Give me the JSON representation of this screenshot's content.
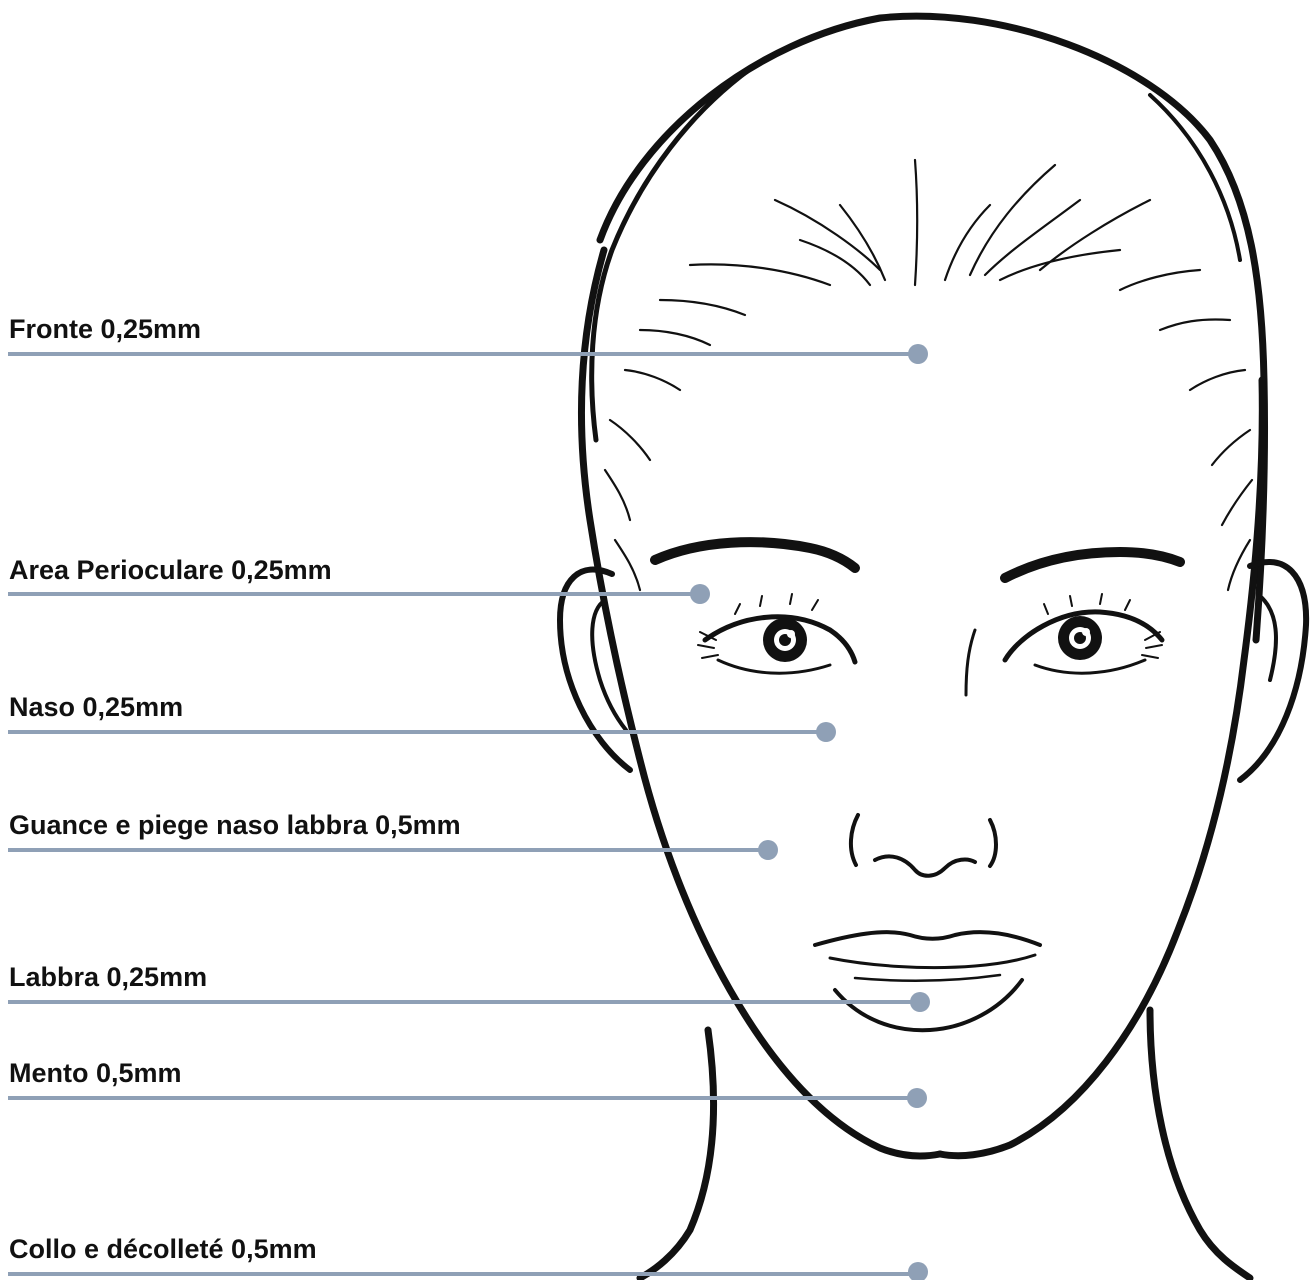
{
  "diagram": {
    "line_color": "#8fa0b6",
    "text_color": "#111111",
    "illustration_color": "#111111",
    "callouts": [
      {
        "id": "fronte",
        "label": "Fronte 0,25mm"
      },
      {
        "id": "area-perioculare",
        "label": "Area Perioculare 0,25mm"
      },
      {
        "id": "naso",
        "label": "Naso 0,25mm"
      },
      {
        "id": "guance",
        "label": "Guance e piege naso labbra 0,5mm"
      },
      {
        "id": "labbra",
        "label": "Labbra 0,25mm"
      },
      {
        "id": "mento",
        "label": "Mento 0,5mm"
      },
      {
        "id": "collo",
        "label": "Collo e décolleté 0,5mm"
      }
    ]
  }
}
